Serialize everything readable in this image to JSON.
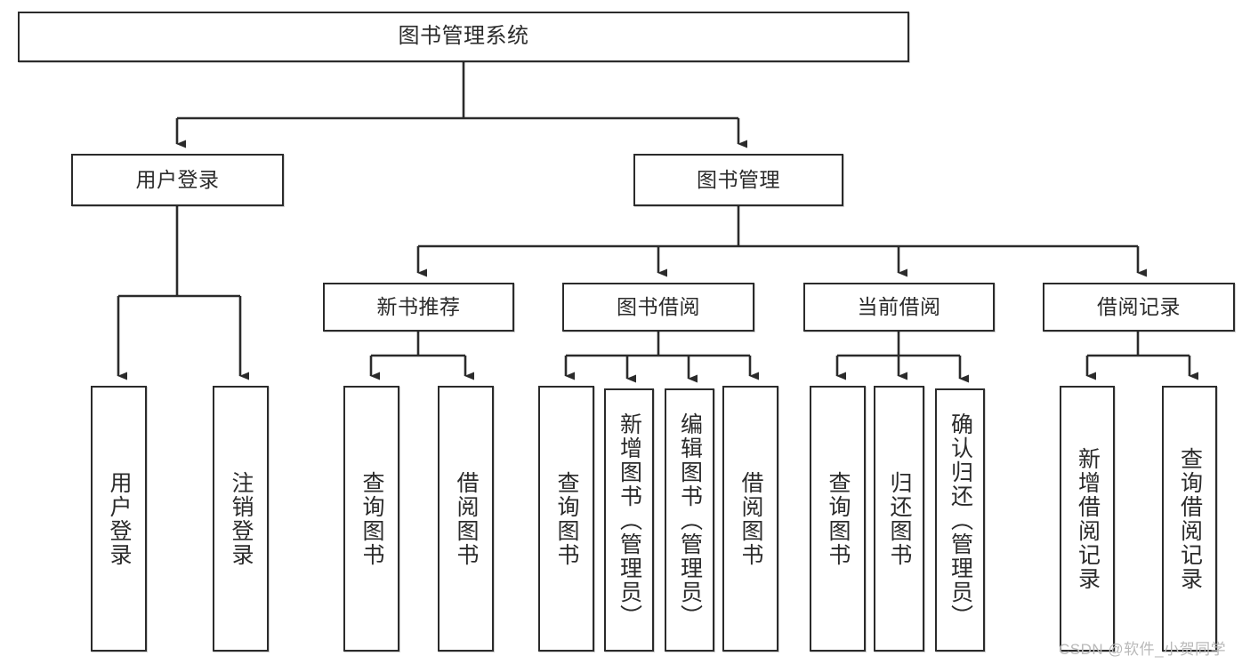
{
  "diagram": {
    "title": "图书管理系统",
    "type": "tree-hierarchy-chart",
    "watermark": "CSDN @软件_小贺同学",
    "colors": {
      "border": "#2b2b2b",
      "background": "#ffffff",
      "text": "#2b2b2b",
      "connector": "#2b2b2b",
      "watermark": "#b9b9b9"
    },
    "nodes": {
      "root": {
        "label": "图书管理系统"
      },
      "level2": [
        {
          "id": "user-login",
          "label": "用户登录"
        },
        {
          "id": "book-manage",
          "label": "图书管理"
        }
      ],
      "level3": [
        {
          "id": "new-book-recommend",
          "label": "新书推荐"
        },
        {
          "id": "book-borrow",
          "label": "图书借阅"
        },
        {
          "id": "current-borrow",
          "label": "当前借阅"
        },
        {
          "id": "borrow-record",
          "label": "借阅记录"
        }
      ],
      "leaves": {
        "user-login": [
          {
            "id": "leaf-user-login",
            "label": "用户登录"
          },
          {
            "id": "leaf-logout-login",
            "label": "注销登录"
          }
        ],
        "new-book-recommend": [
          {
            "id": "leaf-query-book-1",
            "label": "查询图书"
          },
          {
            "id": "leaf-borrow-book-1",
            "label": "借阅图书"
          }
        ],
        "book-borrow": [
          {
            "id": "leaf-query-book-2",
            "label": "查询图书"
          },
          {
            "id": "leaf-add-book",
            "label": "新增图书（管理员）"
          },
          {
            "id": "leaf-edit-book",
            "label": "编辑图书（管理员）"
          },
          {
            "id": "leaf-borrow-book-2",
            "label": "借阅图书"
          }
        ],
        "current-borrow": [
          {
            "id": "leaf-query-book-3",
            "label": "查询图书"
          },
          {
            "id": "leaf-return-book",
            "label": "归还图书"
          },
          {
            "id": "leaf-confirm-return",
            "label": "确认归还（管理员）"
          }
        ],
        "borrow-record": [
          {
            "id": "leaf-add-record",
            "label": "新增借阅记录"
          },
          {
            "id": "leaf-query-record",
            "label": "查询借阅记录"
          }
        ]
      }
    }
  }
}
